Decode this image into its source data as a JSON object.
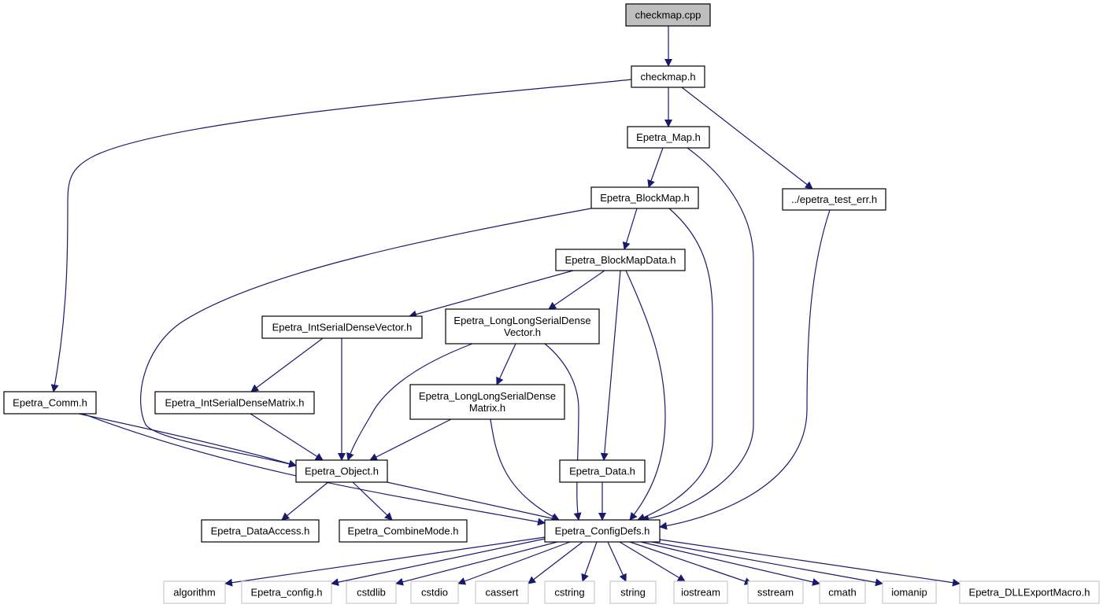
{
  "diagram": {
    "type": "include-dependency-graph",
    "colors": {
      "edge": "#191970",
      "root_fill": "#bfbfbf",
      "node_fill": "#ffffff",
      "node_border": "#000000",
      "system_border": "#bfbfbf"
    },
    "nodes": [
      {
        "id": "checkmap_cpp",
        "label": "checkmap.cpp",
        "kind": "root"
      },
      {
        "id": "checkmap_h",
        "label": "checkmap.h",
        "kind": "local"
      },
      {
        "id": "map",
        "label": "Epetra_Map.h",
        "kind": "local"
      },
      {
        "id": "test_err",
        "label": "../epetra_test_err.h",
        "kind": "local"
      },
      {
        "id": "blockmap",
        "label": "Epetra_BlockMap.h",
        "kind": "local"
      },
      {
        "id": "blockmapdata",
        "label": "Epetra_BlockMapData.h",
        "kind": "local"
      },
      {
        "id": "isdv",
        "label": "Epetra_IntSerialDenseVector.h",
        "kind": "local"
      },
      {
        "id": "llsdv",
        "label": [
          "Epetra_LongLongSerialDense",
          "Vector.h"
        ],
        "kind": "local"
      },
      {
        "id": "comm",
        "label": "Epetra_Comm.h",
        "kind": "local"
      },
      {
        "id": "isdm",
        "label": "Epetra_IntSerialDenseMatrix.h",
        "kind": "local"
      },
      {
        "id": "llsdm",
        "label": [
          "Epetra_LongLongSerialDense",
          "Matrix.h"
        ],
        "kind": "local"
      },
      {
        "id": "object",
        "label": "Epetra_Object.h",
        "kind": "local"
      },
      {
        "id": "data",
        "label": "Epetra_Data.h",
        "kind": "local"
      },
      {
        "id": "dataaccess",
        "label": "Epetra_DataAccess.h",
        "kind": "local"
      },
      {
        "id": "combinemode",
        "label": "Epetra_CombineMode.h",
        "kind": "local"
      },
      {
        "id": "configdefs",
        "label": "Epetra_ConfigDefs.h",
        "kind": "local"
      },
      {
        "id": "algorithm",
        "label": "algorithm",
        "kind": "system"
      },
      {
        "id": "config",
        "label": "Epetra_config.h",
        "kind": "system"
      },
      {
        "id": "cstdlib",
        "label": "cstdlib",
        "kind": "system"
      },
      {
        "id": "cstdio",
        "label": "cstdio",
        "kind": "system"
      },
      {
        "id": "cassert",
        "label": "cassert",
        "kind": "system"
      },
      {
        "id": "cstring",
        "label": "cstring",
        "kind": "system"
      },
      {
        "id": "string",
        "label": "string",
        "kind": "system"
      },
      {
        "id": "iostream",
        "label": "iostream",
        "kind": "system"
      },
      {
        "id": "sstream",
        "label": "sstream",
        "kind": "system"
      },
      {
        "id": "cmath",
        "label": "cmath",
        "kind": "system"
      },
      {
        "id": "iomanip",
        "label": "iomanip",
        "kind": "system"
      },
      {
        "id": "dllexport",
        "label": "Epetra_DLLExportMacro.h",
        "kind": "system"
      }
    ],
    "edges": [
      {
        "from": "checkmap_cpp",
        "to": "checkmap_h"
      },
      {
        "from": "checkmap_h",
        "to": "comm"
      },
      {
        "from": "checkmap_h",
        "to": "map"
      },
      {
        "from": "checkmap_h",
        "to": "test_err"
      },
      {
        "from": "map",
        "to": "blockmap"
      },
      {
        "from": "map",
        "to": "configdefs"
      },
      {
        "from": "test_err",
        "to": "configdefs"
      },
      {
        "from": "blockmap",
        "to": "object"
      },
      {
        "from": "blockmap",
        "to": "blockmapdata"
      },
      {
        "from": "blockmap",
        "to": "configdefs"
      },
      {
        "from": "blockmapdata",
        "to": "isdv"
      },
      {
        "from": "blockmapdata",
        "to": "llsdv"
      },
      {
        "from": "blockmapdata",
        "to": "data"
      },
      {
        "from": "blockmapdata",
        "to": "configdefs"
      },
      {
        "from": "isdv",
        "to": "isdm"
      },
      {
        "from": "isdv",
        "to": "object"
      },
      {
        "from": "llsdv",
        "to": "object"
      },
      {
        "from": "llsdv",
        "to": "llsdm"
      },
      {
        "from": "llsdv",
        "to": "configdefs"
      },
      {
        "from": "comm",
        "to": "object"
      },
      {
        "from": "comm",
        "to": "configdefs"
      },
      {
        "from": "isdm",
        "to": "object"
      },
      {
        "from": "llsdm",
        "to": "object"
      },
      {
        "from": "llsdm",
        "to": "configdefs"
      },
      {
        "from": "object",
        "to": "dataaccess"
      },
      {
        "from": "object",
        "to": "combinemode"
      },
      {
        "from": "object",
        "to": "configdefs"
      },
      {
        "from": "data",
        "to": "configdefs"
      },
      {
        "from": "configdefs",
        "to": "algorithm"
      },
      {
        "from": "configdefs",
        "to": "config"
      },
      {
        "from": "configdefs",
        "to": "cstdlib"
      },
      {
        "from": "configdefs",
        "to": "cstdio"
      },
      {
        "from": "configdefs",
        "to": "cassert"
      },
      {
        "from": "configdefs",
        "to": "cstring"
      },
      {
        "from": "configdefs",
        "to": "string"
      },
      {
        "from": "configdefs",
        "to": "iostream"
      },
      {
        "from": "configdefs",
        "to": "sstream"
      },
      {
        "from": "configdefs",
        "to": "cmath"
      },
      {
        "from": "configdefs",
        "to": "iomanip"
      },
      {
        "from": "configdefs",
        "to": "dllexport"
      }
    ]
  }
}
